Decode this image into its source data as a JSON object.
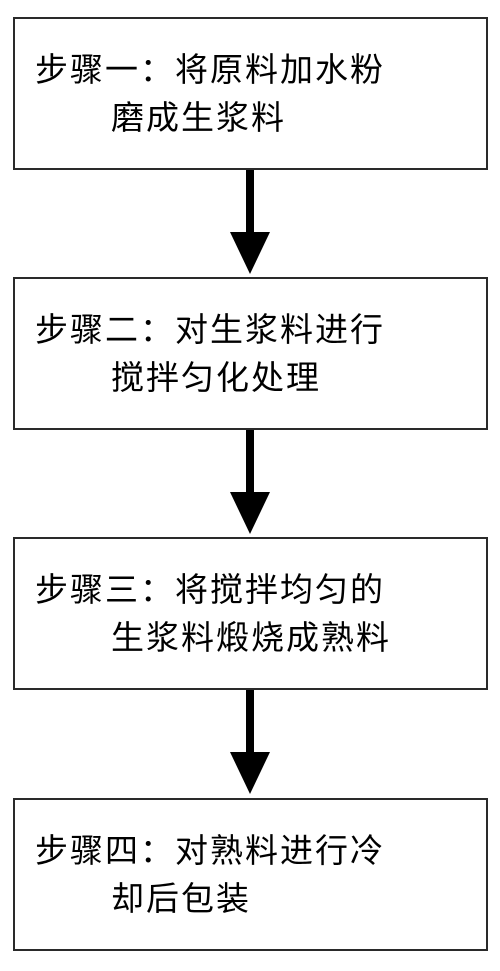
{
  "steps": [
    {
      "line1": "步骤一：将原料加水粉",
      "line2": "磨成生浆料"
    },
    {
      "line1": "步骤二：对生浆料进行",
      "line2": "搅拌匀化处理"
    },
    {
      "line1": "步骤三：将搅拌均匀的",
      "line2": "生浆料煅烧成熟料"
    },
    {
      "line1": "步骤四：对熟料进行冷",
      "line2": "却后包装"
    }
  ],
  "colors": {
    "border": "#2a2a2a",
    "arrow": "#000000",
    "text": "#000000",
    "background": "#ffffff"
  },
  "icons": {
    "connector": "arrow-down-icon"
  }
}
